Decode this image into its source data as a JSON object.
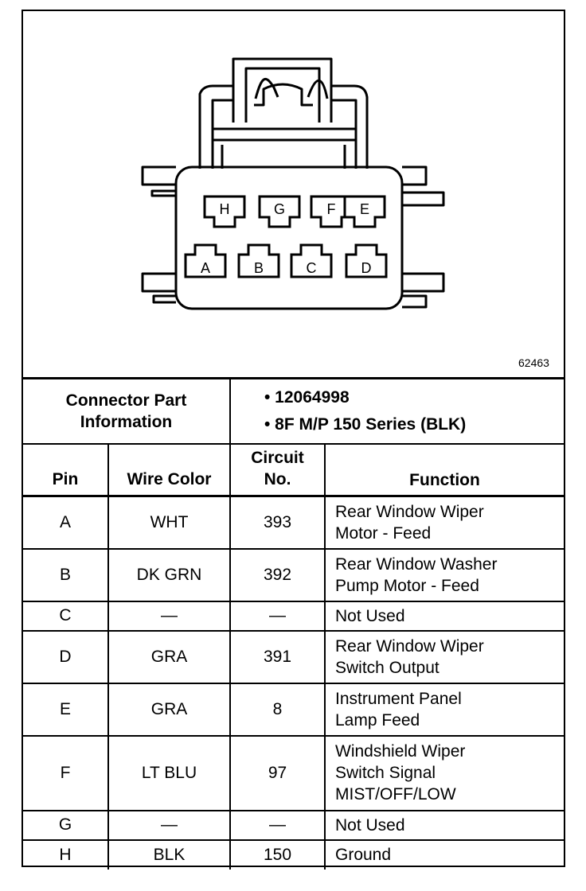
{
  "diagram": {
    "figure_number": "62463",
    "pins_top": [
      "H",
      "G",
      "F",
      "E"
    ],
    "pins_bottom": [
      "A",
      "B",
      "C",
      "D"
    ]
  },
  "connector_info": {
    "label_line1": "Connector Part",
    "label_line2": "Information",
    "items": [
      "• 12064998",
      "• 8F M/P 150 Series (BLK)"
    ]
  },
  "columns": {
    "pin": "Pin",
    "wire_color": "Wire Color",
    "circuit_line1": "Circuit",
    "circuit_line2": "No.",
    "function": "Function"
  },
  "rows": [
    {
      "pin": "A",
      "wire": "WHT",
      "circuit": "393",
      "function": [
        "Rear Window Wiper",
        "Motor - Feed"
      ]
    },
    {
      "pin": "B",
      "wire": "DK GRN",
      "circuit": "392",
      "function": [
        "Rear Window Washer",
        "Pump Motor - Feed"
      ]
    },
    {
      "pin": "C",
      "wire": "—",
      "circuit": "—",
      "function": [
        "Not Used"
      ]
    },
    {
      "pin": "D",
      "wire": "GRA",
      "circuit": "391",
      "function": [
        "Rear Window Wiper",
        "Switch Output"
      ]
    },
    {
      "pin": "E",
      "wire": "GRA",
      "circuit": "8",
      "function": [
        "Instrument Panel",
        "Lamp Feed"
      ]
    },
    {
      "pin": "F",
      "wire": "LT BLU",
      "circuit": "97",
      "function": [
        "Windshield Wiper",
        "Switch Signal",
        "MIST/OFF/LOW"
      ]
    },
    {
      "pin": "G",
      "wire": "—",
      "circuit": "—",
      "function": [
        "Not Used"
      ]
    },
    {
      "pin": "H",
      "wire": "BLK",
      "circuit": "150",
      "function": [
        "Ground"
      ]
    }
  ]
}
